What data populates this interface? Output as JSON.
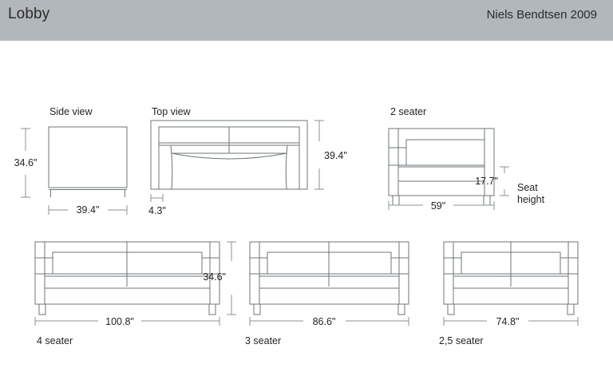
{
  "header": {
    "title": "Lobby",
    "credit": "Niels Bendtsen 2009",
    "bar_color": "#b1b7bb"
  },
  "line_color": "#6f7479",
  "dimension_color": "#8b9094",
  "text_color": "#231f20",
  "views": {
    "side": {
      "label": "Side view",
      "height_dim": "34.6\"",
      "width_dim": "39.4\""
    },
    "top": {
      "label": "Top view",
      "depth_dim": "39.4\"",
      "arm_dim": "4.3\""
    },
    "two_seater": {
      "label": "2 seater",
      "width_dim": "59\"",
      "seat_height_dim": "17.7\"",
      "seat_height_label_line1": "Seat",
      "seat_height_label_line2": "height"
    },
    "four_seater": {
      "label": "4 seater",
      "width_dim": "100.8\"",
      "height_dim": "34.6\""
    },
    "three_seater": {
      "label": "3 seater",
      "width_dim": "86.6\""
    },
    "two_five_seater": {
      "label": "2,5 seater",
      "width_dim": "74.8\""
    }
  }
}
